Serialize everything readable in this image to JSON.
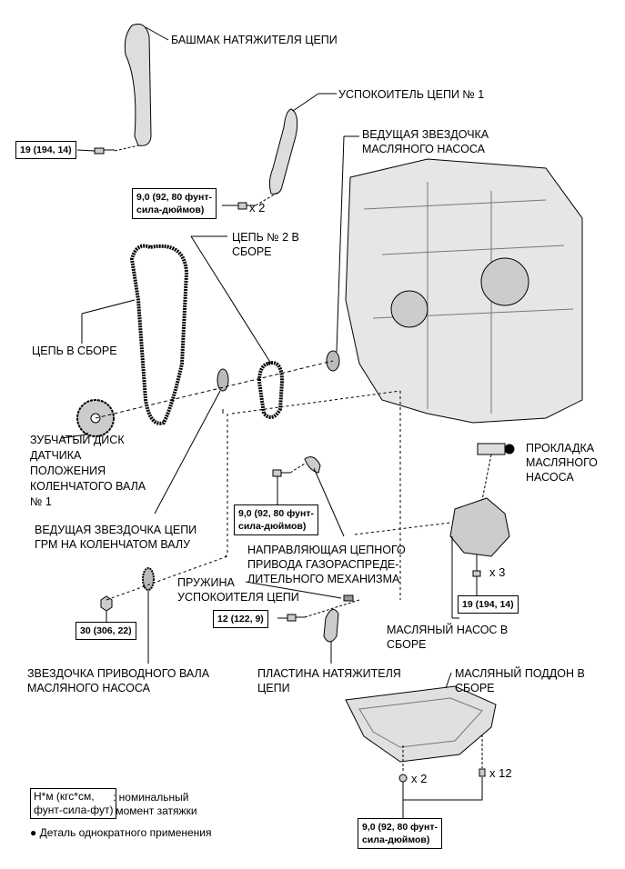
{
  "labels": {
    "tensioner_shoe": "БАШМАК НАТЯЖИТЕЛЯ ЦЕПИ",
    "damper_1": "УСПОКОИТЕЛЬ ЦЕПИ № 1",
    "oil_pump_drive_sprocket": "ВЕДУЩАЯ ЗВЕЗДОЧКА\nМАСЛЯНОГО НАСОСА",
    "chain_2": "ЦЕПЬ № 2 В\nСБОРЕ",
    "chain": "ЦЕПЬ В СБОРЕ",
    "timing_rotor": "ЗУБЧАТЫЙ ДИСК\nДАТЧИКА\nПОЛОЖЕНИЯ\nКОЛЕНЧАТОГО ВАЛА\n№ 1",
    "crank_sprocket": "ВЕДУЩАЯ ЗВЕЗДОЧКА ЦЕПИ\nГРМ НА КОЛЕНЧАТОМ ВАЛУ",
    "oil_pump_gasket": "ПРОКЛАДКА\nМАСЛЯНОГО\nНАСОСА",
    "chain_guide": "НАПРАВЛЯЮЩАЯ ЦЕПНОГО\nПРИВОДА ГАЗОРАСПРЕДЕ-\nЛИТЕЛЬНОГО МЕХАНИЗМА",
    "damper_spring": "ПРУЖИНА\nУСПОКОИТЕЛЯ ЦЕПИ",
    "oil_pump_assy": "МАСЛЯНЫЙ НАСОС В\nСБОРЕ",
    "oil_pump_shaft_sprocket": "ЗВЕЗДОЧКА ПРИВОДНОГО ВАЛА\nМАСЛЯНОГО НАСОСА",
    "tensioner_plate": "ПЛАСТИНА НАТЯЖИТЕЛЯ\nЦЕПИ",
    "oil_pan": "МАСЛЯНЫЙ ПОДДОН В\nСБОРЕ"
  },
  "torques": {
    "shoe_bolt": "19 (194, 14)",
    "damper_bolt": "9,0 (92, 80 фунт-\nсила-дюймов)",
    "guide_bolt": "9,0 (92, 80 фунт-\nсила-дюймов)",
    "pump_bolt": "19 (194, 14)",
    "plate_bolt": "12 (122, 9)",
    "sprocket_nut": "30 (306, 22)",
    "pan_bolt": "9,0 (92, 80 фунт-\nсила-дюймов)"
  },
  "multipliers": {
    "damper": "x 2",
    "pump": "x 3",
    "pan_nut": "x 2",
    "pan_bolt": "x 12"
  },
  "legend": {
    "torque_units": "Н*м (кгс*см,\nфунт-сила-фут)",
    "torque_desc": ": номинальный\n момент затяжки",
    "non_reusable_marker": "●",
    "non_reusable": "Деталь однократного применения"
  }
}
